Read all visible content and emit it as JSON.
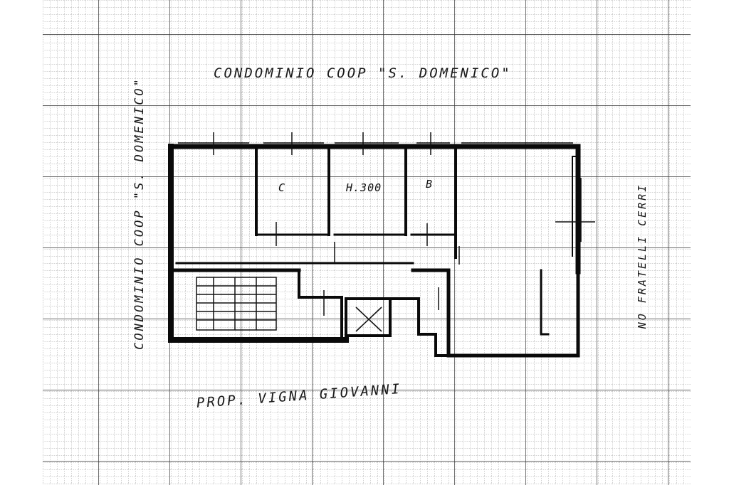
{
  "labels": {
    "top": "CONDOMINIO COOP \"S. DOMENICO\"",
    "left": "CONDOMINIO COOP \"S. DOMENICO\"",
    "right": "NO FRATELLI CERRI",
    "bottom": "PROP. VIGNA GIOVANNI"
  },
  "rooms": {
    "c": "C",
    "height": "H.300",
    "b": "B"
  },
  "colors": {
    "paper": "#ffffff",
    "grid_major": "#2a2a2a",
    "grid_minor": "#9a9a9a",
    "wall": "#0a0a0a"
  }
}
